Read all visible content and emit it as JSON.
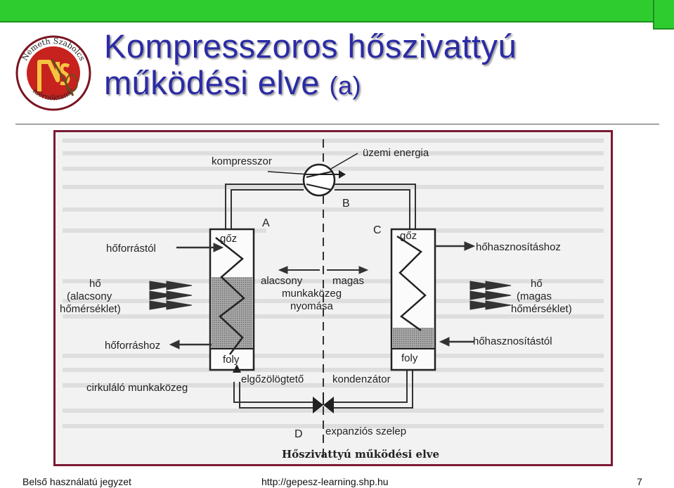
{
  "slide": {
    "title_line1": "Kompresszoros hőszivattyú",
    "title_line2": "működési elve",
    "title_suffix": "(a)",
    "logo_text_top": "Németh Szabolcs",
    "logo_text_bottom": "mérnöktanár"
  },
  "figure": {
    "labels": {
      "kompresszor": "kompresszor",
      "uzemi_energia": "üzemi energia",
      "A": "A",
      "B": "B",
      "C": "C",
      "D": "D",
      "goz_left": "gőz",
      "goz_right": "gőz",
      "hoforrastol": "hőforrástól",
      "hohasznositashoz": "hőhasznosításhoz",
      "ho_left": "hő",
      "alacsony_paren": "(alacsony",
      "homerseklet_left": "hőmérséklet)",
      "ho_right": "hő",
      "magas_paren": "(magas",
      "homerseklet_right": "hőmérséklet)",
      "alacsony": "alacsony",
      "magas": "magas",
      "munkakozeg": "munkaközeg",
      "nyomasa": "nyomása",
      "hoforrashoz": "hőforráshoz",
      "hohasznositastol": "hőhasznosítástól",
      "foly_left": "foly",
      "foly_right": "foly",
      "cirkulalo": "cirkuláló munkaközeg",
      "elgozologteto": "elgőzölögtető",
      "kondenzator": "kondenzátor",
      "expanzios": "expanziós szelep",
      "caption": "Hőszivattyú működési elve"
    }
  },
  "footer": {
    "left": "Belső használatú jegyzet",
    "center": "http://gepesz-learning.shp.hu",
    "page": "7"
  },
  "colors": {
    "title": "#2b2ba6",
    "top_bar": "#2fcc2f",
    "frame": "#7c1a33"
  }
}
